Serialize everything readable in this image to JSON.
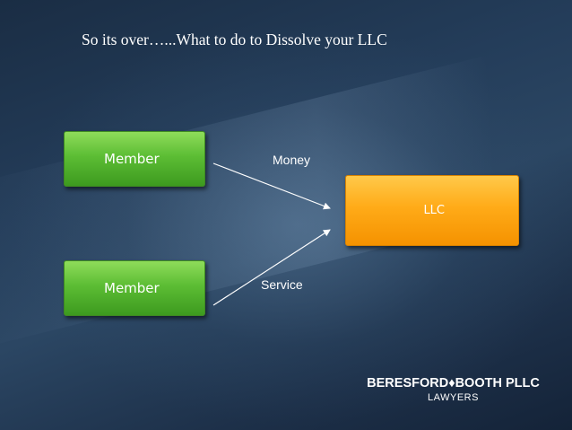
{
  "slide": {
    "title": "So its over…...What to do to Dissolve your LLC"
  },
  "diagram": {
    "nodes": {
      "member_top": "Member",
      "member_bottom": "Member",
      "llc": "LLC"
    },
    "edges": {
      "money": "Money",
      "service": "Service"
    }
  },
  "firm": {
    "name": "BERESFORD♦BOOTH PLLC",
    "tagline": "LAWYERS"
  },
  "colors": {
    "member_box": "#5cbd34",
    "llc_box": "#ffab18",
    "background": "#243d5a",
    "text": "#ffffff"
  }
}
